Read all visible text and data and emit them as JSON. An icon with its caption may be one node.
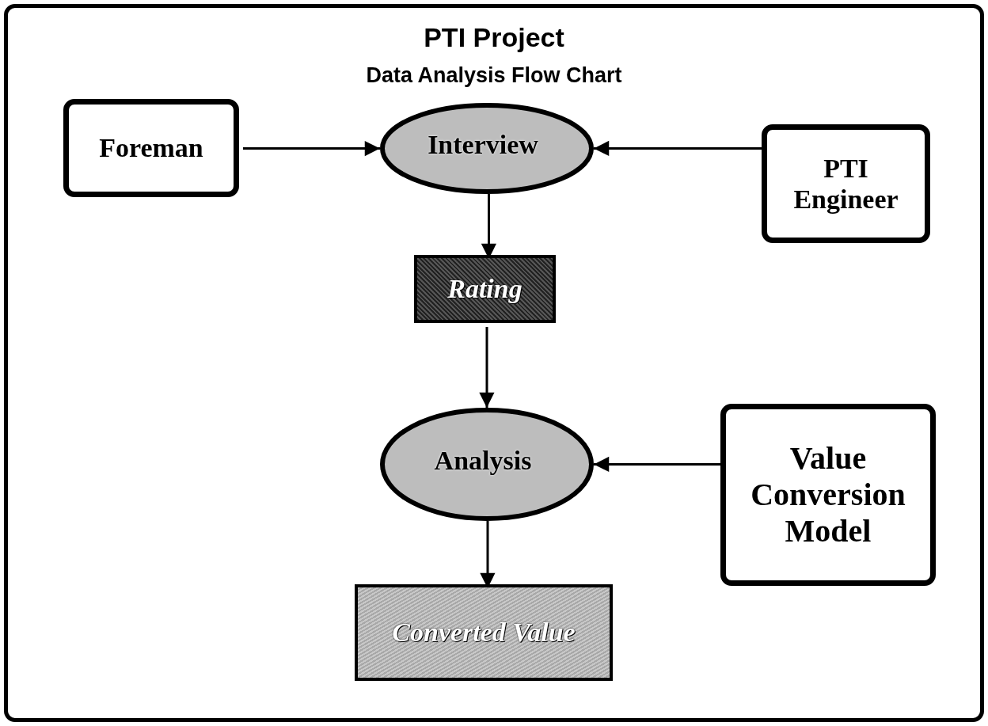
{
  "diagram": {
    "title": "PTI Project",
    "nodes": [
      {
        "text": [
          "Foreman"
        ]
      },
      {
        "text": [
          "Interview"
        ]
      },
      {
        "text": [
          "PTI Engineer"
        ]
      },
      {
        "text": [
          "Rating"
        ]
      },
      {
        "text": [
          "Analysis"
        ]
      },
      {
        "text": [
          "Value Conversion Model"
        ]
      },
      {
        "text": [
          "Converted Value"
        ]
      }
    ],
    "edges": [
      {
        "from": 0,
        "to": 1,
        "arrow": "to"
      },
      {
        "from": 2,
        "to": 1,
        "arrow": "to"
      },
      {
        "from": 1,
        "to": 3,
        "arrow": "to"
      },
      {
        "from": 3,
        "to": 4,
        "arrow": "to"
      },
      {
        "from": 5,
        "to": 4,
        "arrow": "to"
      },
      {
        "from": 4,
        "to": 6,
        "arrow": "to"
      }
    ],
    "labels": [
      "Data Analysis Flow Chart"
    ]
  }
}
